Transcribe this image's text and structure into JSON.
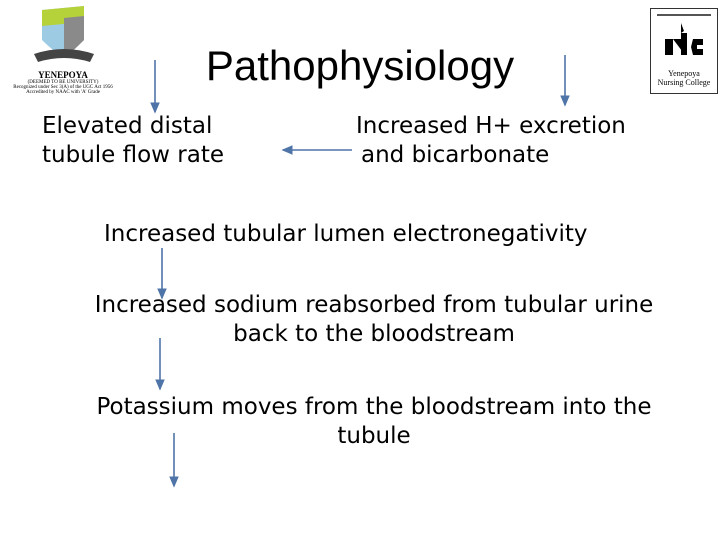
{
  "title": "Pathophysiology",
  "boxes": {
    "elevated_flow": [
      "Elevated distal",
      "tubule flow rate"
    ],
    "h_excretion": [
      "Increased H+ excretion",
      "and bicarbonate"
    ],
    "electronegativity": "Increased tubular lumen electronegativity",
    "sodium": [
      "Increased sodium reabsorbed from tubular urine",
      "back to the bloodstream"
    ],
    "potassium": [
      "Potassium moves from the bloodstream into the",
      "tubule"
    ]
  },
  "logos": {
    "left": {
      "name": "YENEPOYA",
      "line1": "(DEEMED TO BE UNIVERSITY)",
      "line2": "Recognized under Sec 3(A) of the UGC Act 1956",
      "line3": "Accredited by NAAC with 'A' Grade"
    },
    "right": {
      "line1": "Yenepoya",
      "line2": "Nursing College"
    }
  },
  "colors": {
    "arrow": "#4f74a8"
  }
}
